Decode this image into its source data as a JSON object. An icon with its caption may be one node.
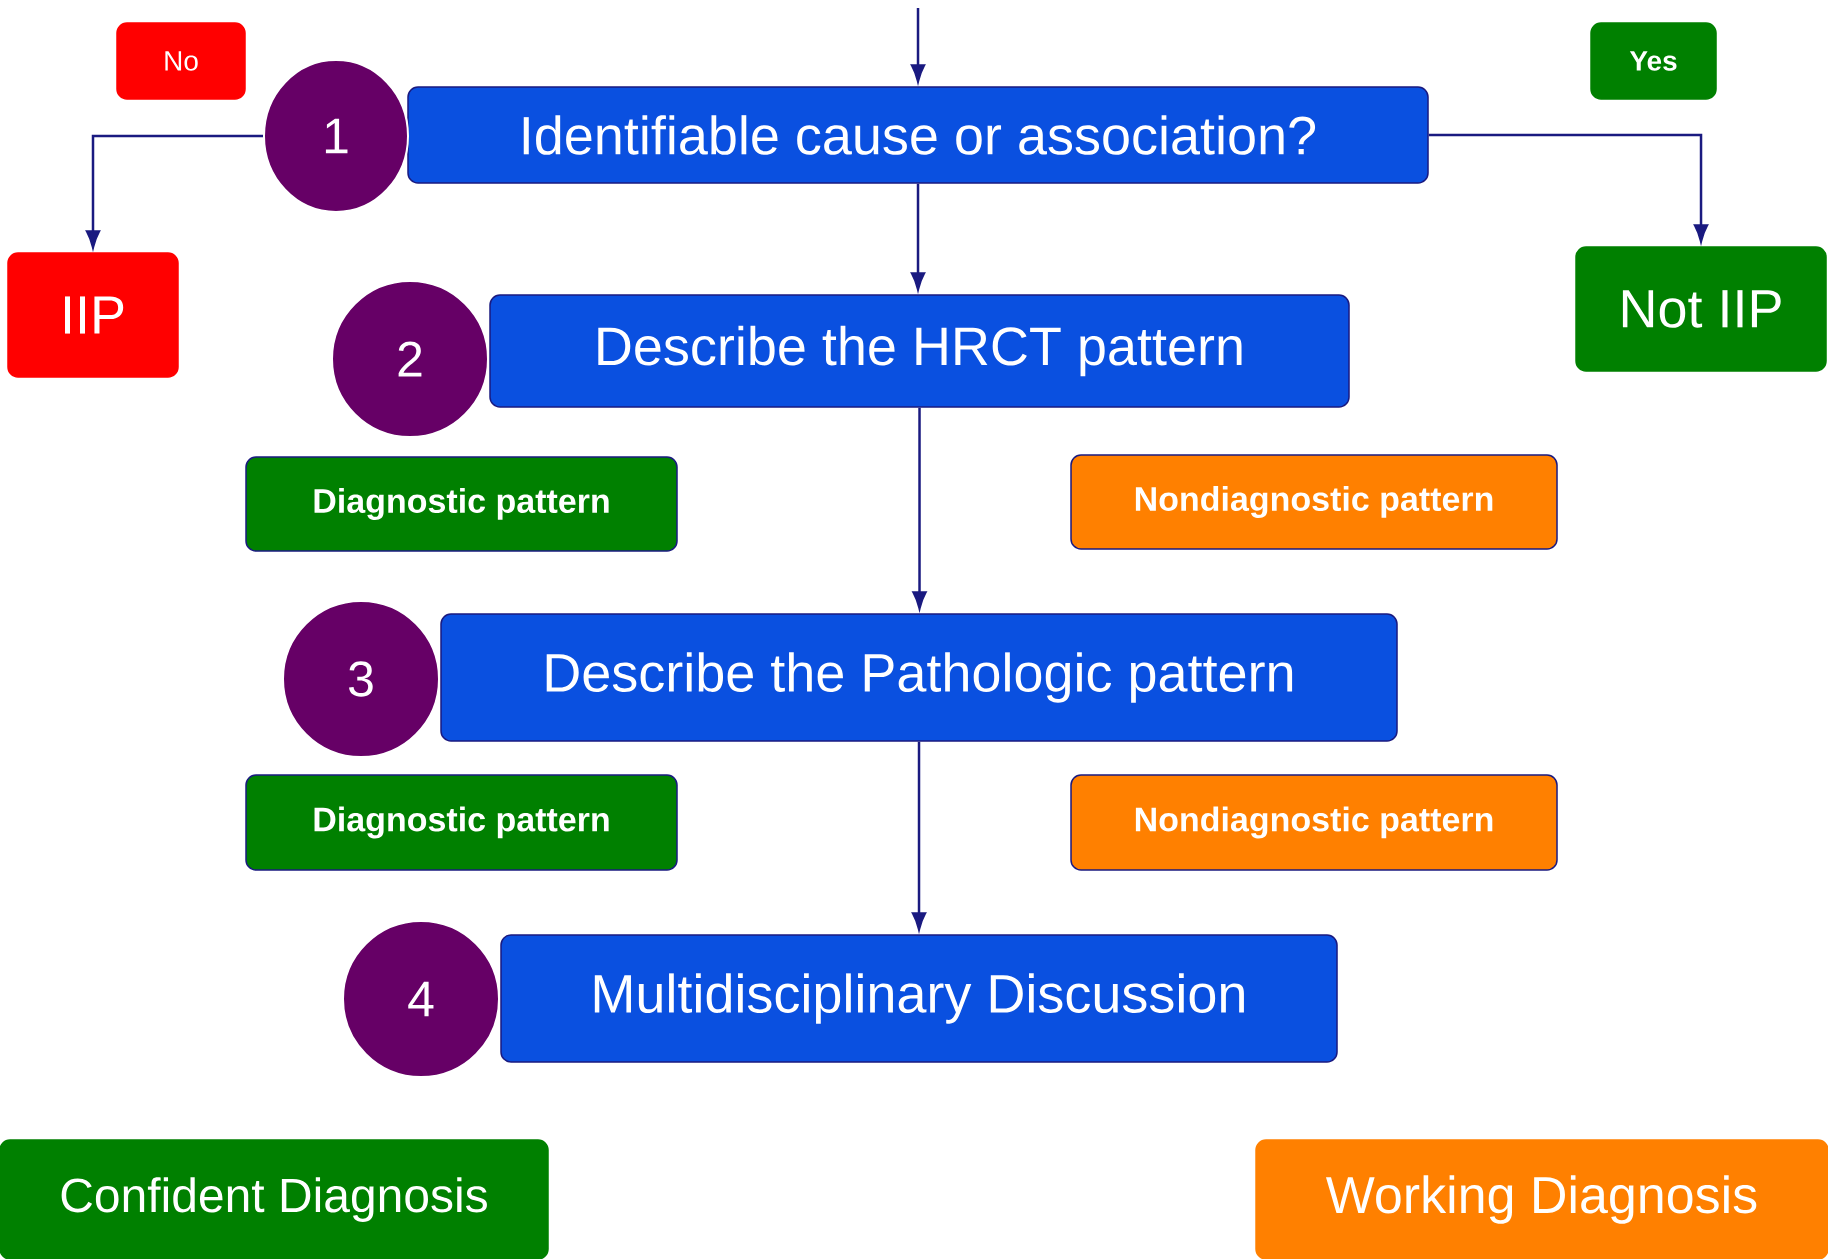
{
  "diagram": {
    "nodes": [
      {
        "text": [
          "Identifiable cause or association?"
        ]
      },
      {
        "text": [
          "1"
        ]
      },
      {
        "text": [
          "No"
        ]
      },
      {
        "text": [
          "Yes"
        ]
      },
      {
        "text": [
          "IIP"
        ]
      },
      {
        "text": [
          "Not IIP"
        ]
      },
      {
        "text": [
          "2"
        ]
      },
      {
        "text": [
          "Describe the HRCT pattern"
        ]
      },
      {
        "text": [
          "Diagnostic pattern"
        ]
      },
      {
        "text": [
          "Nondiagnostic pattern"
        ]
      },
      {
        "text": [
          "3"
        ]
      },
      {
        "text": [
          "Describe the Pathologic pattern"
        ]
      },
      {
        "text": [
          "Diagnostic pattern"
        ]
      },
      {
        "text": [
          "Nondiagnostic pattern"
        ]
      },
      {
        "text": [
          "4"
        ]
      },
      {
        "text": [
          "Multidisciplinary Discussion"
        ]
      },
      {
        "text": [
          "Confident Diagnosis"
        ]
      },
      {
        "text": [
          "Working Diagnosis"
        ]
      }
    ],
    "edges": [
      {
        "from": null,
        "to": 0,
        "arrow": "to"
      },
      {
        "from": 1,
        "to": 4,
        "arrow": "to"
      },
      {
        "from": 0,
        "to": 5,
        "arrow": "to"
      },
      {
        "from": 0,
        "to": 7,
        "arrow": "to"
      },
      {
        "from": 7,
        "to": 11,
        "arrow": "to"
      },
      {
        "from": 11,
        "to": 15,
        "arrow": "to"
      }
    ]
  }
}
